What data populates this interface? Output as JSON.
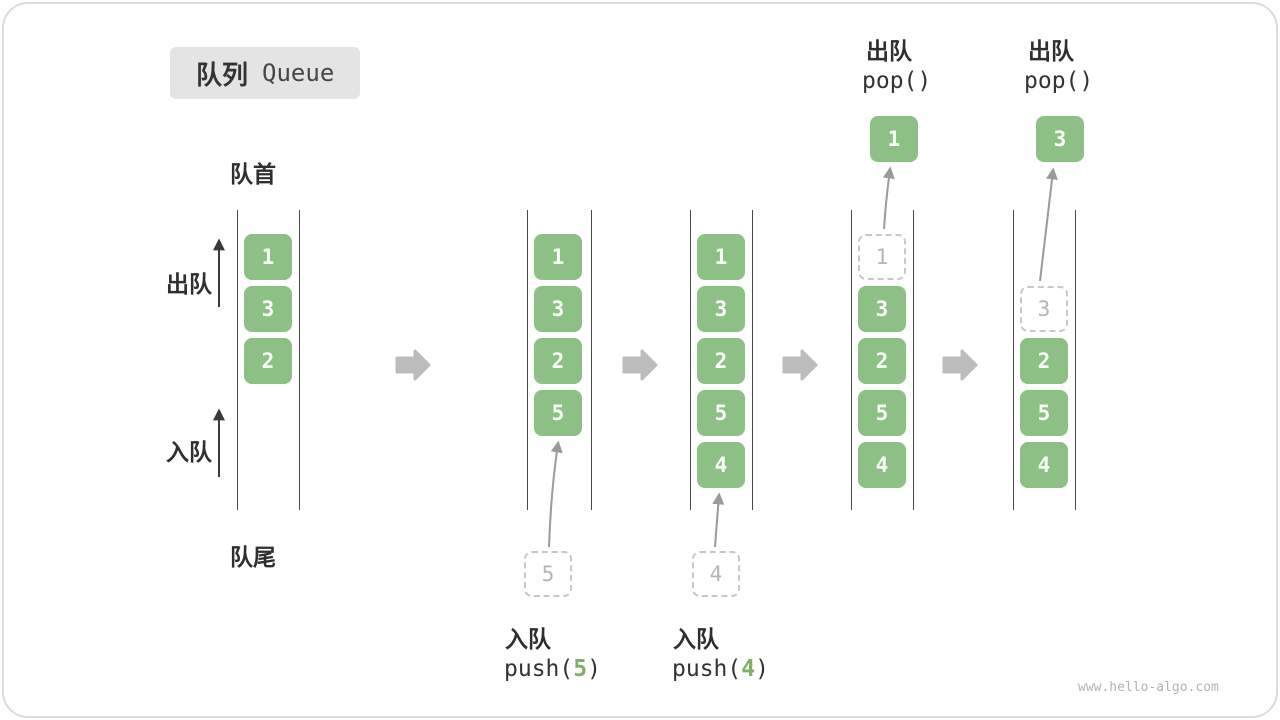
{
  "title": {
    "zh": "队列",
    "en": "Queue"
  },
  "side_labels": {
    "front": "队首",
    "rear": "队尾",
    "dequeue": "出队",
    "enqueue": "入队"
  },
  "stages": [
    {
      "cells": [
        "1",
        "3",
        "2"
      ]
    },
    {
      "cells": [
        "1",
        "3",
        "2",
        "5"
      ],
      "incoming": "5",
      "op": {
        "action": "入队",
        "code_pre": "push(",
        "arg": "5",
        "code_post": ")"
      }
    },
    {
      "cells": [
        "1",
        "3",
        "2",
        "5",
        "4"
      ],
      "incoming": "4",
      "op": {
        "action": "入队",
        "code_pre": "push(",
        "arg": "4",
        "code_post": ")"
      }
    },
    {
      "ghost": "1",
      "cells": [
        "3",
        "2",
        "5",
        "4"
      ],
      "popped": "1",
      "op": {
        "action": "出队",
        "code": "pop()"
      }
    },
    {
      "ghost": "3",
      "cells": [
        "2",
        "5",
        "4"
      ],
      "popped": "3",
      "op": {
        "action": "出队",
        "code": "pop()"
      }
    }
  ],
  "colors": {
    "cell_green": "#8cc084",
    "arg_green": "#7fb069",
    "ghost_gray": "#c7c7c7",
    "curve_arrow_gray": "#9a9a9a",
    "block_arrow_gray": "#bcbcbc",
    "wall_dark": "#4a4a4a"
  },
  "watermark": "www.hello-algo.com"
}
